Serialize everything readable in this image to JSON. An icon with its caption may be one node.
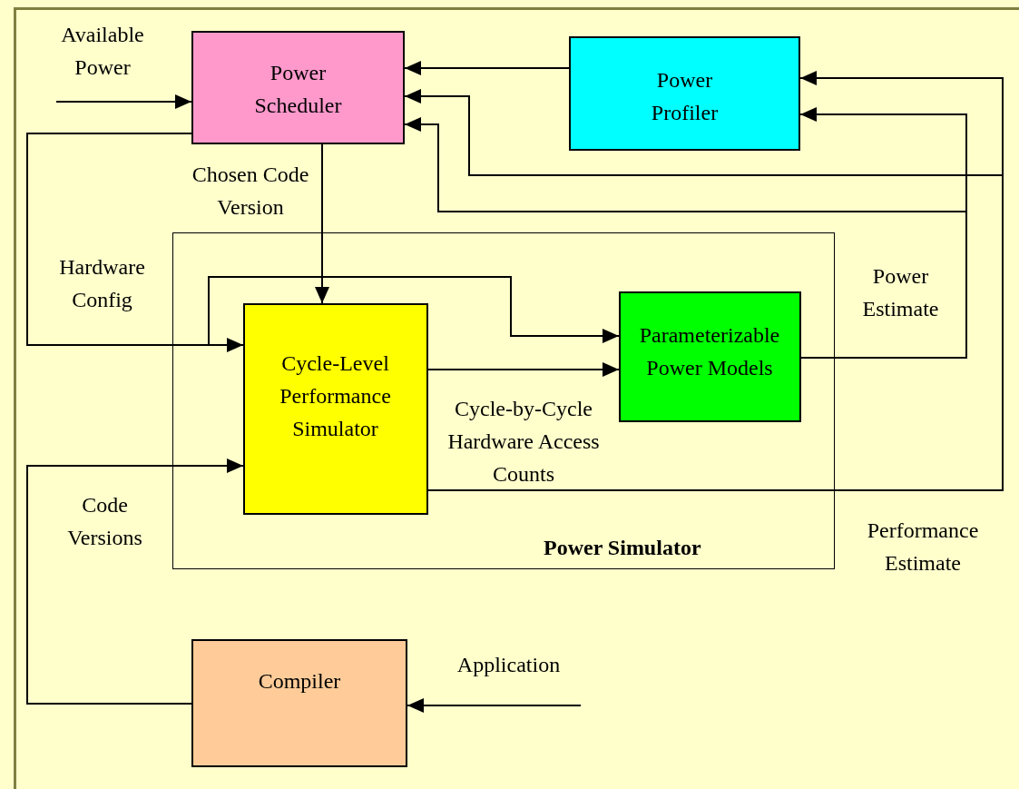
{
  "diagram": {
    "nodes": [
      {
        "text": [
          "Power Scheduler"
        ]
      },
      {
        "text": [
          "Power Profiler"
        ]
      },
      {
        "text": [
          "Power Simulator"
        ]
      },
      {
        "text": [
          "Cycle-Level Performance Simulator"
        ],
        "in": 2
      },
      {
        "text": [
          "Parameterizable Power Models"
        ],
        "in": 2
      },
      {
        "text": [
          "Compiler"
        ]
      }
    ],
    "edges": [
      {
        "from": null,
        "to": 0,
        "arrow": "to",
        "label": "Available Power"
      },
      {
        "from": 1,
        "to": 0,
        "arrow": "to"
      },
      {
        "from": 0,
        "to": 3,
        "arrow": "to",
        "label": "Hardware Config"
      },
      {
        "from": 0,
        "to": 4,
        "arrow": "to"
      },
      {
        "from": 0,
        "to": 3,
        "arrow": "to",
        "label": "Chosen Code Version"
      },
      {
        "from": 3,
        "to": 4,
        "arrow": "to",
        "label": "Cycle-by-Cycle Hardware Access Counts"
      },
      {
        "from": 4,
        "to": 1,
        "arrow": "to",
        "label": "Power Estimate"
      },
      {
        "from": 4,
        "to": 0,
        "arrow": "to"
      },
      {
        "from": 3,
        "to": 1,
        "arrow": "to",
        "label": "Performance Estimate"
      },
      {
        "from": 3,
        "to": 0,
        "arrow": "to"
      },
      {
        "from": 5,
        "to": 3,
        "arrow": "to",
        "label": "Code Versions"
      },
      {
        "from": null,
        "to": 5,
        "arrow": "to",
        "label": "Application"
      }
    ]
  }
}
